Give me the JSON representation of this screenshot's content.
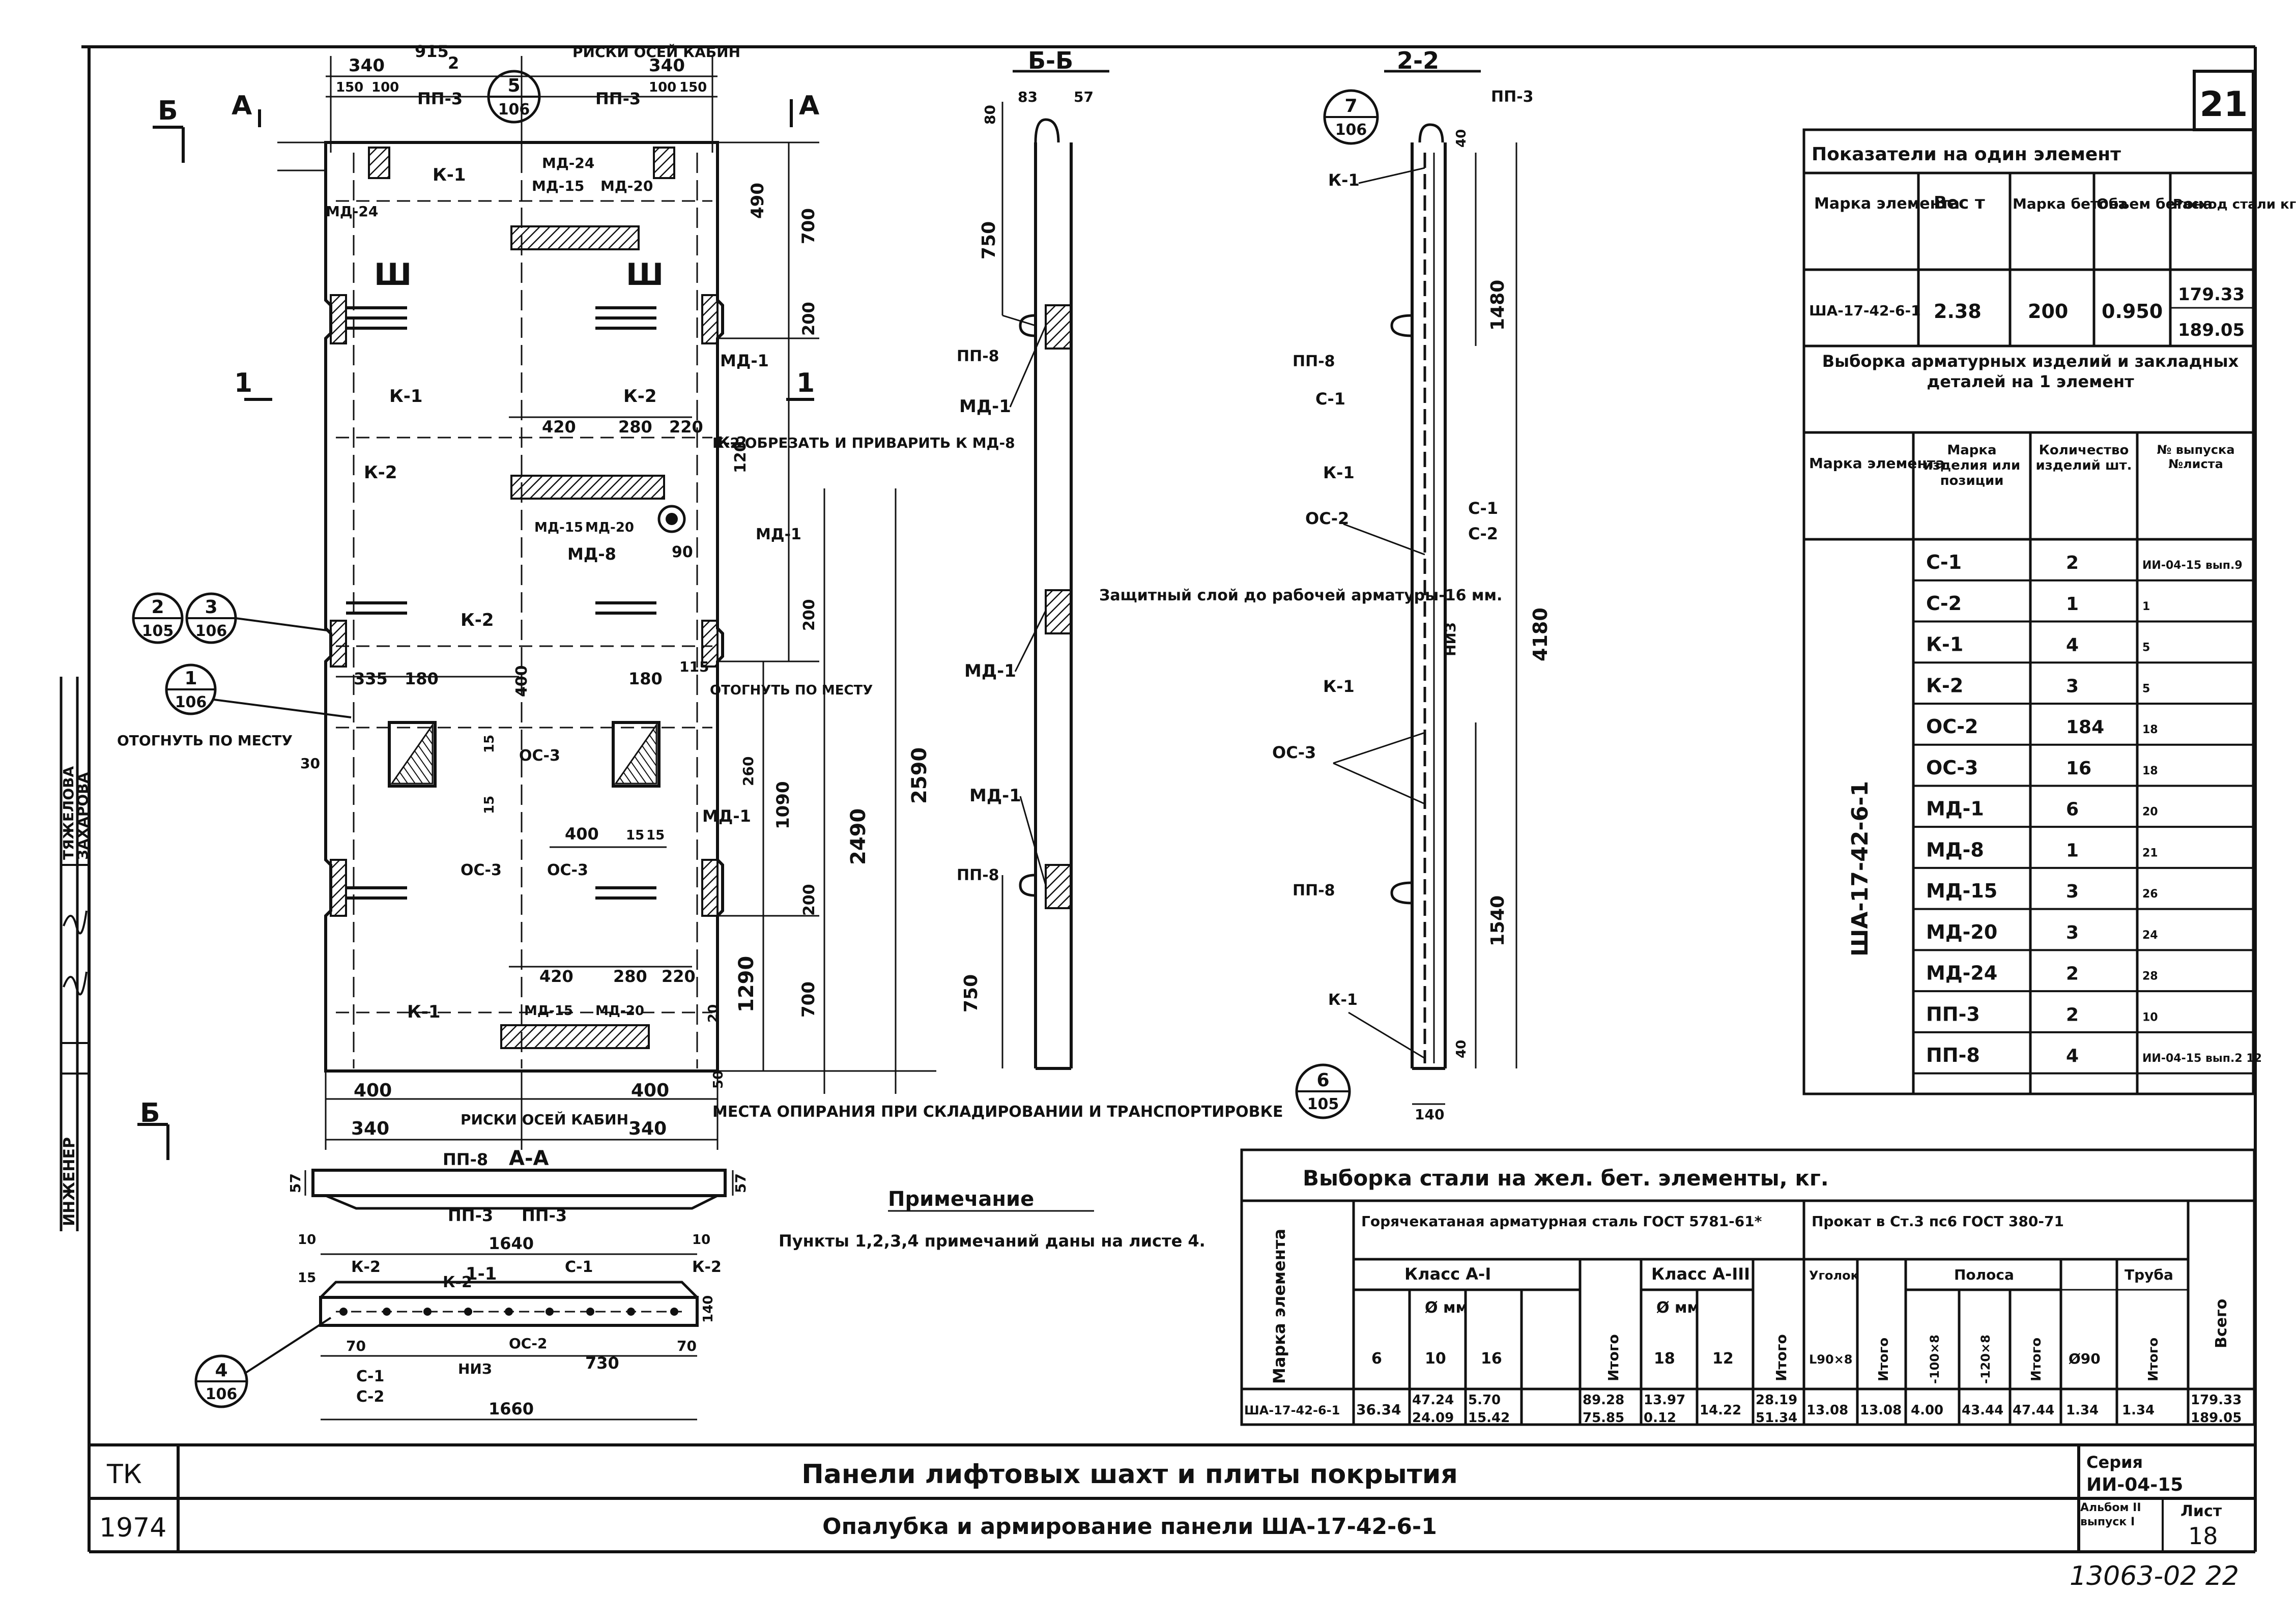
{
  "sheet_number": "21",
  "stamp_number": "13063-02 22",
  "side_stamp": {
    "role": "ИНЖЕНЕР",
    "names": [
      "ТЯЖЕЛОВА",
      "ЗАХАРОВА"
    ]
  },
  "left_drawing": {
    "section_marks": [
      "Б",
      "А",
      "А",
      "1",
      "1",
      "Б"
    ],
    "top_dims": [
      "340",
      "340",
      "150",
      "100",
      "100",
      "150",
      "915",
      "2"
    ],
    "labels": [
      "ПП-3",
      "ПП-3",
      "К-1",
      "МД-24",
      "МД-24",
      "МД-15",
      "МД-20",
      "К-1",
      "К-2",
      "К-2",
      "К-2",
      "К-2",
      "МД-1",
      "МД-1",
      "МД-1",
      "МД-8",
      "МД-15",
      "МД-20",
      "ОС-3",
      "ОС-3",
      "ОС-3",
      "К-1",
      "МД-15",
      "МД-20",
      "ПП-8",
      "ПП-3",
      "ПП-3"
    ],
    "notes": [
      "РИСКИ ОСЕЙ КАБИН",
      "К-2 ОБРЕЗАТЬ И ПРИВАРИТЬ К МД-8",
      "ОТОГНУТЬ ПО МЕСТУ",
      "ОТОГНУТЬ ПО МЕСТУ",
      "РИСКИ ОСЕЙ КАБИН",
      "МЕСТА ОПИРАНИЯ ПРИ СКЛАДИРОВАНИИ И ТРАНСПОРТИРОВКЕ"
    ],
    "dims": [
      "490",
      "700",
      "200",
      "420",
      "280",
      "220",
      "120",
      "90",
      "200",
      "335",
      "180",
      "400",
      "180",
      "115",
      "260",
      "1090",
      "400",
      "15",
      "15",
      "2490",
      "2590",
      "200",
      "1290",
      "700",
      "420",
      "280",
      "220",
      "400",
      "400",
      "340",
      "340",
      "30",
      "15",
      "15",
      "20",
      "50"
    ],
    "callouts": [
      {
        "num": "5",
        "sheet": "106"
      },
      {
        "num": "2",
        "sheet": "105"
      },
      {
        "num": "3",
        "sheet": "106"
      },
      {
        "num": "1",
        "sheet": "106"
      },
      {
        "num": "4",
        "sheet": "106"
      }
    ],
    "section_aa": {
      "title": "А-А",
      "dims": [
        "57",
        "57"
      ]
    },
    "section_11": {
      "title": "1-1",
      "labels": [
        "К-2",
        "К-2",
        "К-2",
        "С-1",
        "С-1",
        "С-2",
        "ОС-2",
        "НИЗ"
      ],
      "dims": [
        "1640",
        "10",
        "10",
        "15",
        "70",
        "730",
        "70",
        "140",
        "1660"
      ]
    }
  },
  "section_bb": {
    "title": "Б-Б",
    "dims": [
      "83",
      "57",
      "80",
      "750",
      "750"
    ],
    "labels": [
      "ПП-8",
      "МД-1",
      "МД-1",
      "МД-1",
      "ПП-8"
    ]
  },
  "section_22": {
    "title": "2-2",
    "callouts": [
      {
        "num": "7",
        "sheet": "106"
      },
      {
        "num": "6",
        "sheet": "105"
      }
    ],
    "labels": [
      "ПП-3",
      "К-1",
      "ПП-8",
      "С-1",
      "К-1",
      "ОС-2",
      "С-1",
      "С-2",
      "К-1",
      "ОС-3",
      "ПП-8",
      "К-1",
      "НИЗ"
    ],
    "dims": [
      "40",
      "1480",
      "4180",
      "1540",
      "40",
      "140"
    ],
    "note": "Защитный слой до рабочей арматуры-16 мм."
  },
  "indicators_table": {
    "title": "Показатели на один элемент",
    "headers": [
      "Марка элемента",
      "Вес т",
      "Марка бетона",
      "Объем бетона",
      "Расход стали кг."
    ],
    "row": [
      "ША-17-42-6-1",
      "2.38",
      "200",
      "0.950",
      "179.33",
      "189.05"
    ]
  },
  "products_table": {
    "title": "Выборка арматурных изделий и закладных деталей на 1 элемент",
    "headers": [
      "Марка элемента",
      "Марка изделия или позиции",
      "Количество изделий шт.",
      "№ выпуска №листа"
    ],
    "element": "ША-17-42-6-1",
    "rows": [
      [
        "С-1",
        "2",
        "ИИ-04-15 вып.9"
      ],
      [
        "С-2",
        "1",
        "1"
      ],
      [
        "К-1",
        "4",
        "5"
      ],
      [
        "К-2",
        "3",
        "5"
      ],
      [
        "ОС-2",
        "184",
        "18"
      ],
      [
        "ОС-3",
        "16",
        "18"
      ],
      [
        "МД-1",
        "6",
        "20"
      ],
      [
        "МД-8",
        "1",
        "21"
      ],
      [
        "МД-15",
        "3",
        "26"
      ],
      [
        "МД-20",
        "3",
        "24"
      ],
      [
        "МД-24",
        "2",
        "28"
      ],
      [
        "ПП-3",
        "2",
        "10"
      ],
      [
        "ПП-8",
        "4",
        "ИИ-04-15 вып.2 12"
      ]
    ]
  },
  "steel_table": {
    "title": "Выборка стали на жел. бет. элементы, кг.",
    "group_rebar": "Горячекатаная арматурная сталь ГОСТ 5781-61*",
    "group_rolled": "Прокат в Ст.3 пс6 ГОСТ 380-71",
    "mark_header": "Марка элемента",
    "class_a1": "Класс А-I",
    "class_a3": "Класс А-III",
    "diam_mm": "Ø мм",
    "diam_a1": [
      "6",
      "10",
      "16"
    ],
    "diam_a3": [
      "18",
      "12"
    ],
    "itogo": "Итого",
    "angle": "Уголок",
    "angle_size": "L90×8",
    "strip": "Полоса",
    "strip_sizes": [
      "-100×8",
      "-120×8"
    ],
    "pipe": "Труба",
    "pipe_size": "Ø90",
    "total": "Всего",
    "row": {
      "mark": "ША-17-42-6-1",
      "d6": "36.34",
      "d10": [
        "47.24",
        "24.09"
      ],
      "d16": [
        "5.70",
        "15.42"
      ],
      "itogo_a1": [
        "89.28",
        "75.85"
      ],
      "d18": [
        "13.97",
        "0.12"
      ],
      "d12": "14.22",
      "itogo_a3": [
        "28.19",
        "51.34"
      ],
      "angle": "13.08",
      "angle_itogo": "13.08",
      "strip100": "4.00",
      "strip120": "43.44",
      "strip_itogo": "47.44",
      "pipe": "1.34",
      "pipe_itogo": "1.34",
      "total": [
        "179.33",
        "189.05"
      ]
    }
  },
  "note": {
    "title": "Примечание",
    "text": "Пункты 1,2,3,4 примечаний даны на листе 4."
  },
  "title_block": {
    "org": "ТК",
    "year": "1974",
    "title1": "Панели лифтовых шахт и плиты покрытия",
    "title2": "Опалубка и армирование панели ША-17-42-6-1",
    "series_label": "Серия",
    "series": "ИИ-04-15",
    "issue_label": "Альбом II выпуск I",
    "sheet_label": "Лист",
    "sheet": "18"
  }
}
